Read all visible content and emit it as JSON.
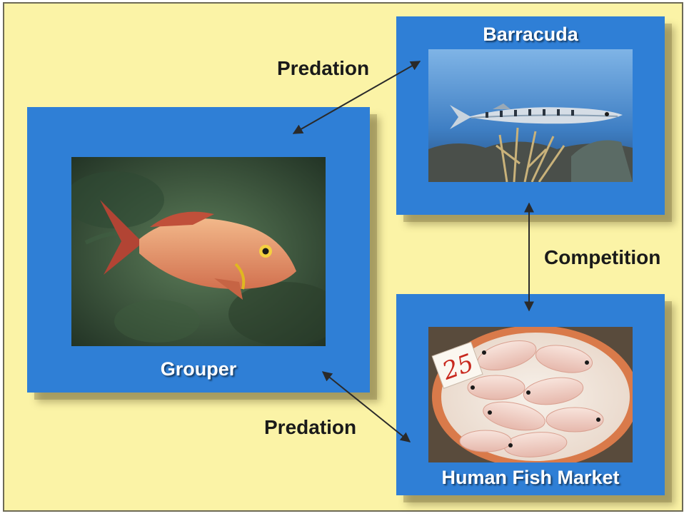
{
  "panels": {
    "grouper": {
      "title": "Grouper"
    },
    "barracuda": {
      "title": "Barracuda"
    },
    "market": {
      "title": "Human Fish Market"
    }
  },
  "relations": {
    "predation_top": "Predation",
    "competition": "Competition",
    "predation_bottom": "Predation"
  },
  "market_price_tag": "25",
  "colors": {
    "background": "#fbf3a6",
    "panel": "#2f7fd6",
    "arrow": "#2a2a2a"
  }
}
